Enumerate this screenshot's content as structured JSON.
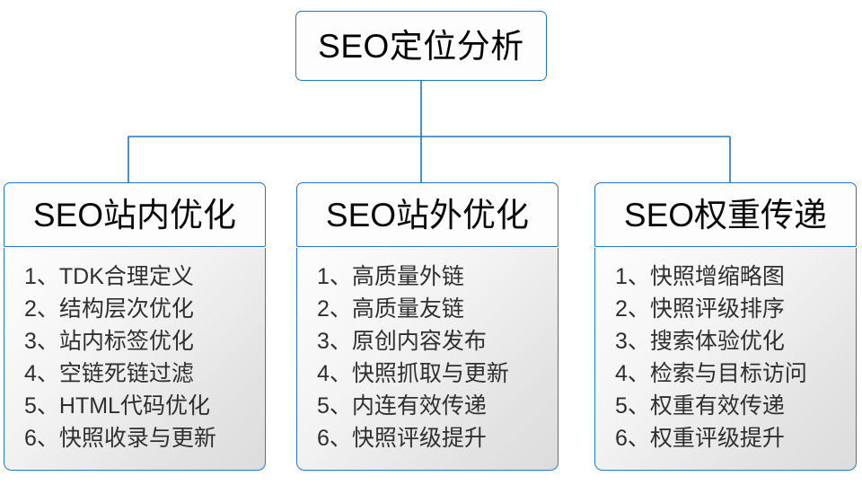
{
  "diagram": {
    "root": {
      "label": "SEO定位分析"
    },
    "connector_color": "#1f77bd",
    "border_color": "#2277c4",
    "columns": [
      {
        "header": "SEO站内优化",
        "items": [
          {
            "index": "1、",
            "text": "TDK合理定义"
          },
          {
            "index": "2、",
            "text": "结构层次优化"
          },
          {
            "index": "3、",
            "text": "站内标签优化"
          },
          {
            "index": "4、",
            "text": "空链死链过滤"
          },
          {
            "index": "5、",
            "text": "HTML代码优化"
          },
          {
            "index": "6、",
            "text": "快照收录与更新"
          }
        ]
      },
      {
        "header": "SEO站外优化",
        "items": [
          {
            "index": "1、",
            "text": "高质量外链"
          },
          {
            "index": "2、",
            "text": "高质量友链"
          },
          {
            "index": "3、",
            "text": "原创内容发布"
          },
          {
            "index": "4、",
            "text": "快照抓取与更新"
          },
          {
            "index": "5、",
            "text": "内连有效传递"
          },
          {
            "index": "6、",
            "text": "快照评级提升"
          }
        ]
      },
      {
        "header": "SEO权重传递",
        "items": [
          {
            "index": "1、",
            "text": "快照增缩略图"
          },
          {
            "index": "2、",
            "text": "快照评级排序"
          },
          {
            "index": "3、",
            "text": "搜索体验优化"
          },
          {
            "index": "4、",
            "text": "检索与目标访问"
          },
          {
            "index": "5、",
            "text": "权重有效传递"
          },
          {
            "index": "6、",
            "text": "权重评级提升"
          }
        ]
      }
    ]
  }
}
